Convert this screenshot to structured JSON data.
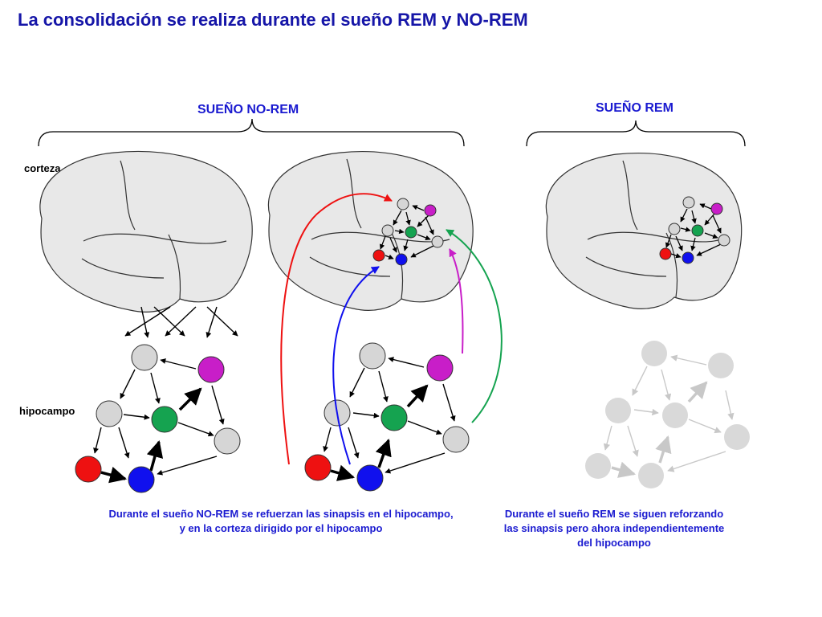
{
  "title": "La consolidación se realiza durante el sueño REM y NO-REM",
  "labels": {
    "nrem": "SUEÑO NO-REM",
    "rem": "SUEÑO REM",
    "cortex": "corteza",
    "hippocampus": "hipocampo"
  },
  "captions": {
    "nrem_line1": "Durante el sueño NO-REM se refuerzan las sinapsis en el hipocampo,",
    "nrem_line2": "y en la corteza dirigido por el hipocampo",
    "rem_line1": "Durante el sueño REM se siguen reforzando",
    "rem_line2": "las sinapsis pero ahora independientemente",
    "rem_line3": "del hipocampo"
  },
  "colors": {
    "title": "#1616a8",
    "labels": "#1a1ad0",
    "brain_fill": "#e8e8e8",
    "neuron_gray": "#d6d6d6",
    "neuron_purple": "#c81ec8",
    "neuron_green": "#15a350",
    "neuron_red": "#ee1111",
    "neuron_blue": "#1010ee",
    "faded": "#d9d9d9"
  }
}
